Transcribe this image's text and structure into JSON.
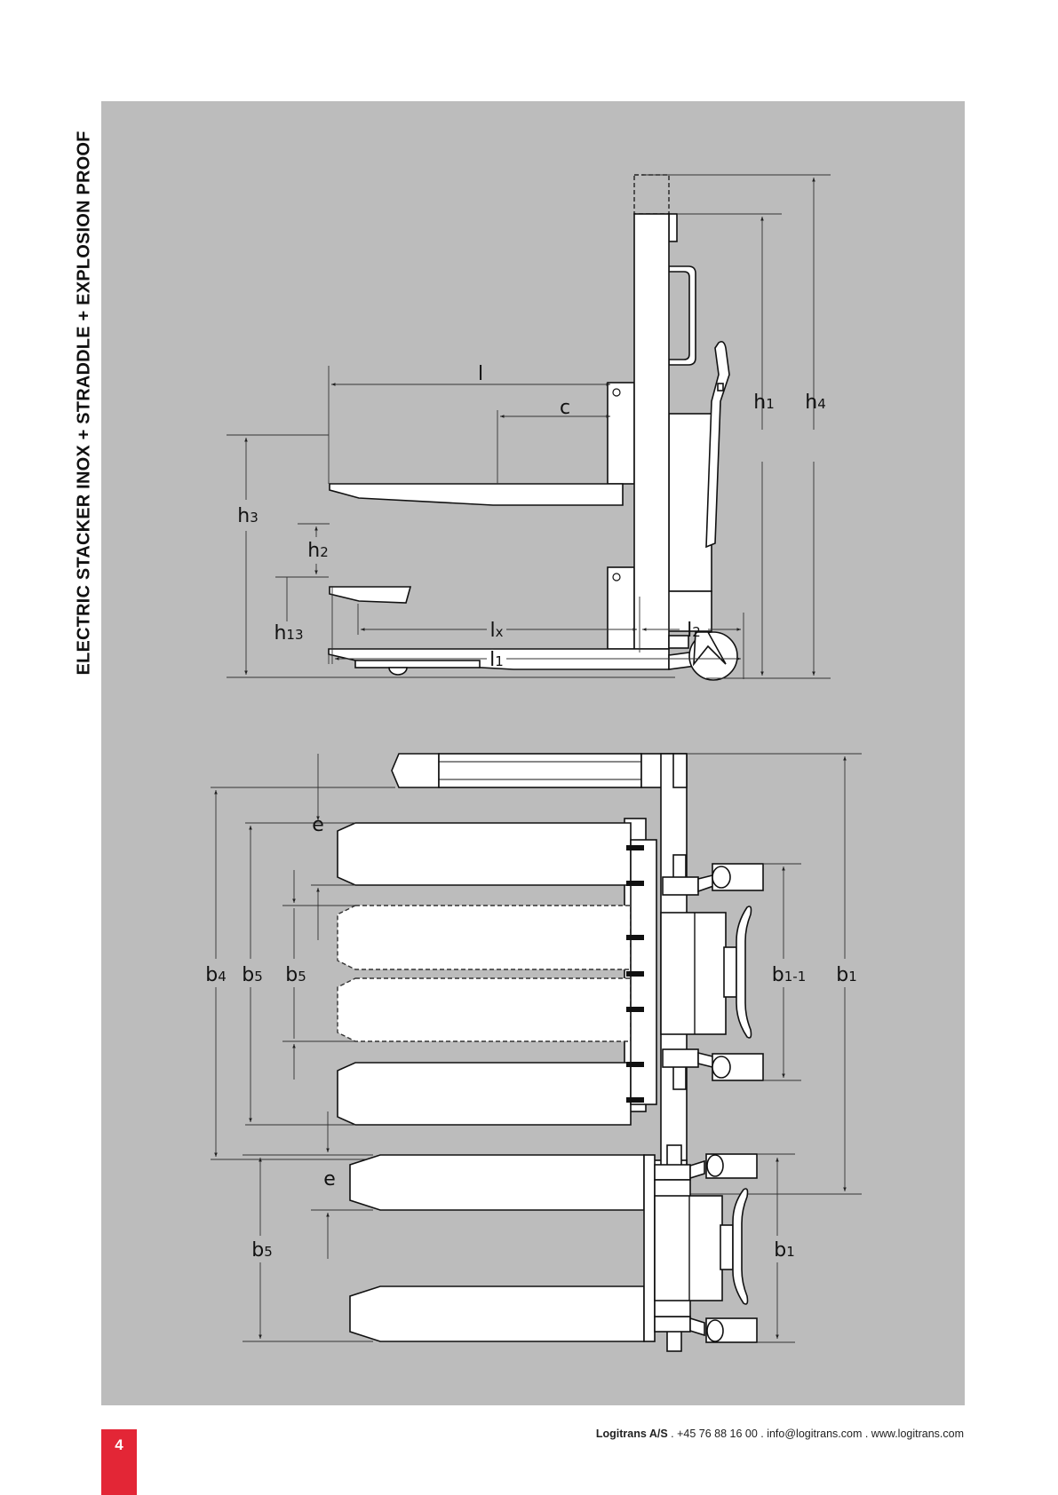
{
  "title": "ELECTRIC STACKER INOX + STRADDLE + EXPLOSION PROOF",
  "page_number": "4",
  "footer": {
    "company": "Logitrans A/S",
    "contact": " . +45 76 88 16 00 . info@logitrans.com . www.logitrans.com"
  },
  "side_view": {
    "l": "l",
    "c": "c",
    "h1": "h",
    "h1_sub": "1",
    "h4": "h",
    "h4_sub": "4",
    "h3": "h",
    "h3_sub": "3",
    "h2": "h",
    "h2_sub": "2",
    "h13": "h",
    "h13_sub": "13",
    "lx": "l",
    "lx_sub": "x",
    "l2": "l",
    "l2_sub": "2",
    "l1": "l",
    "l1_sub": "1"
  },
  "straddle_top_view": {
    "e": "e",
    "b4": "b",
    "b4_sub": "4",
    "b5": "b",
    "b5_sub": "5",
    "b5_inner": "b",
    "b5_inner_sub": "5",
    "b1_1": "b",
    "b1_1_sub": "1-1",
    "b1": "b",
    "b1_sub": "1"
  },
  "standard_top_view": {
    "e": "e",
    "b5": "b",
    "b5_sub": "5",
    "b1": "b",
    "b1_sub": "1"
  }
}
